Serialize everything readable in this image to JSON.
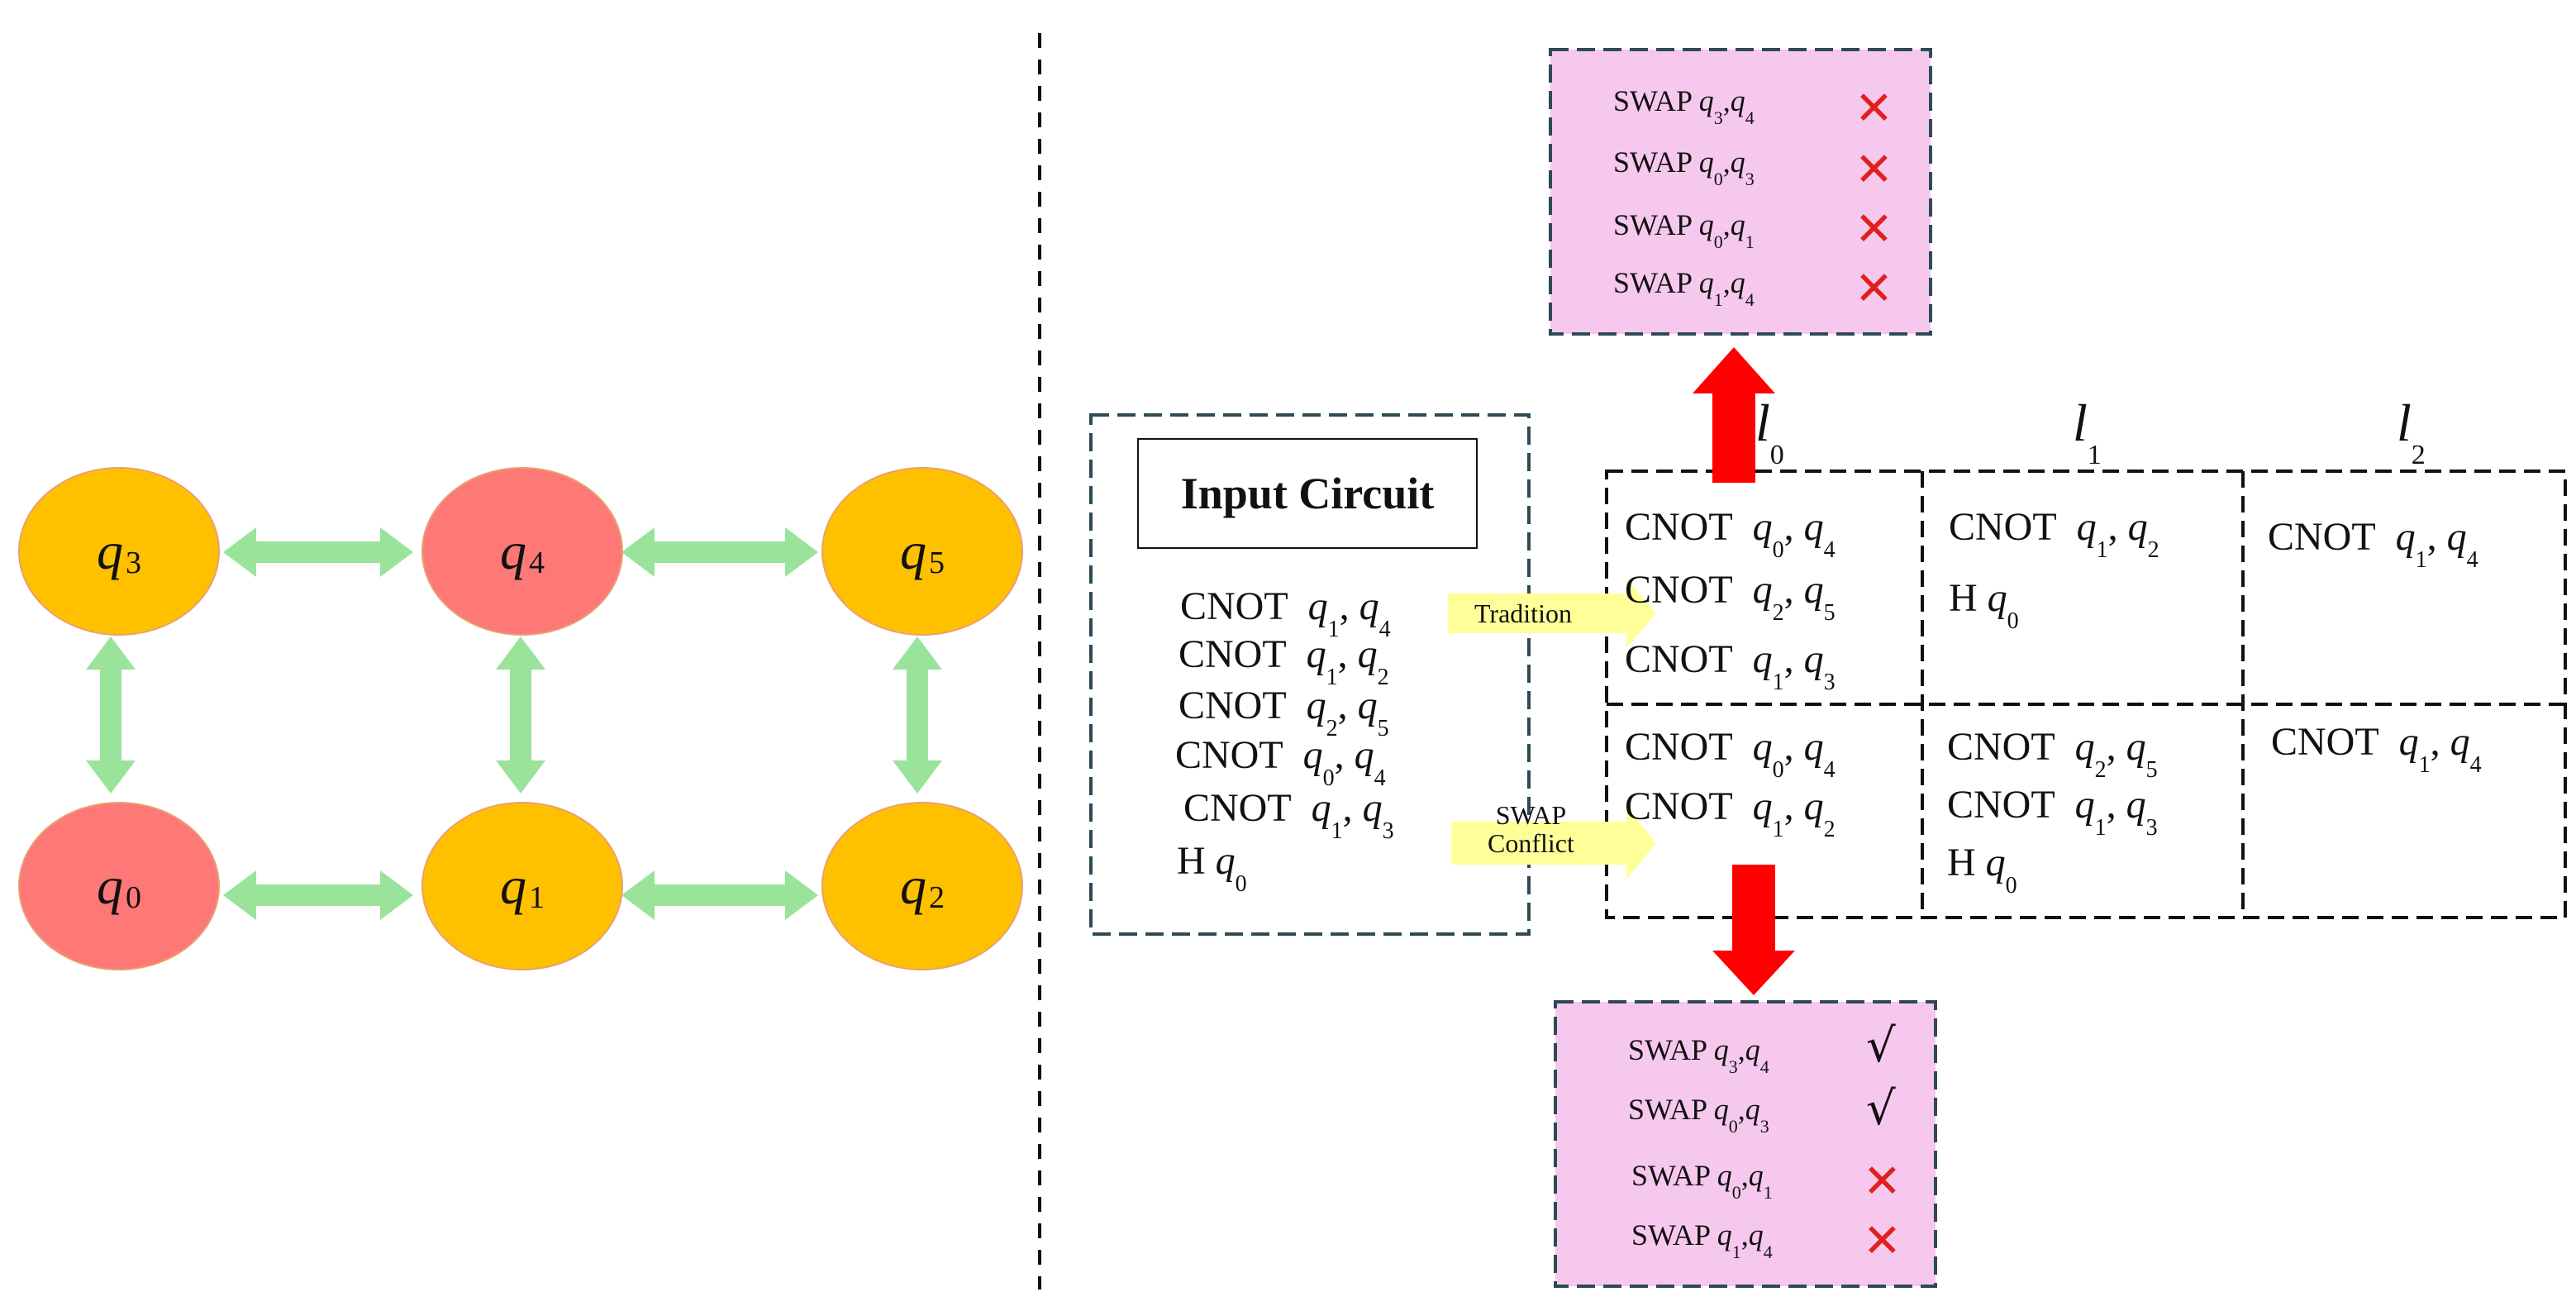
{
  "coupling_graph": {
    "nodes": [
      {
        "id": "q3",
        "label": "q",
        "sub": "3",
        "color": "#ffc000"
      },
      {
        "id": "q4",
        "label": "q",
        "sub": "4",
        "color": "#ff7878"
      },
      {
        "id": "q5",
        "label": "q",
        "sub": "5",
        "color": "#ffc000"
      },
      {
        "id": "q0",
        "label": "q",
        "sub": "0",
        "color": "#ff7878"
      },
      {
        "id": "q1",
        "label": "q",
        "sub": "1",
        "color": "#ffc000"
      },
      {
        "id": "q2",
        "label": "q",
        "sub": "2",
        "color": "#ffc000"
      }
    ],
    "edges": [
      [
        "q3",
        "q4"
      ],
      [
        "q4",
        "q5"
      ],
      [
        "q0",
        "q1"
      ],
      [
        "q1",
        "q2"
      ],
      [
        "q3",
        "q0"
      ],
      [
        "q4",
        "q1"
      ],
      [
        "q5",
        "q2"
      ]
    ],
    "edge_color": "#99e39b"
  },
  "input_circuit": {
    "title": "Input Circuit",
    "gates": [
      {
        "op": "CNOT",
        "q1": "1",
        "q2": "4"
      },
      {
        "op": "CNOT",
        "q1": "1",
        "q2": "2"
      },
      {
        "op": "CNOT",
        "q1": "2",
        "q2": "5"
      },
      {
        "op": "CNOT",
        "q1": "0",
        "q2": "4"
      },
      {
        "op": "CNOT",
        "q1": "1",
        "q2": "3"
      },
      {
        "op": "H",
        "q1": "0"
      }
    ]
  },
  "arrows": {
    "tradition": "Tradition",
    "swap_conflict_1": "SWAP",
    "swap_conflict_2": "Conflict"
  },
  "layers": {
    "labels": [
      {
        "label": "l",
        "sub": "0"
      },
      {
        "label": "l",
        "sub": "1"
      },
      {
        "label": "l",
        "sub": "2"
      }
    ],
    "traditional": [
      [
        {
          "op": "CNOT",
          "q1": "0",
          "q2": "4"
        },
        {
          "op": "CNOT",
          "q1": "2",
          "q2": "5"
        },
        {
          "op": "CNOT",
          "q1": "1",
          "q2": "3"
        }
      ],
      [
        {
          "op": "CNOT",
          "q1": "1",
          "q2": "2"
        },
        {
          "op": "H",
          "q1": "0"
        }
      ],
      [
        {
          "op": "CNOT",
          "q1": "1",
          "q2": "4"
        }
      ]
    ],
    "swap_conflict": [
      [
        {
          "op": "CNOT",
          "q1": "0",
          "q2": "4"
        },
        {
          "op": "CNOT",
          "q1": "1",
          "q2": "2"
        }
      ],
      [
        {
          "op": "CNOT",
          "q1": "2",
          "q2": "5"
        },
        {
          "op": "CNOT",
          "q1": "1",
          "q2": "3"
        },
        {
          "op": "H",
          "q1": "0"
        }
      ],
      [
        {
          "op": "CNOT",
          "q1": "1",
          "q2": "4"
        }
      ]
    ]
  },
  "swap_candidates_top": [
    {
      "op": "SWAP",
      "q1": "3",
      "q2": "4",
      "ok": false
    },
    {
      "op": "SWAP",
      "q1": "0",
      "q2": "3",
      "ok": false
    },
    {
      "op": "SWAP",
      "q1": "0",
      "q2": "1",
      "ok": false
    },
    {
      "op": "SWAP",
      "q1": "1",
      "q2": "4",
      "ok": false
    }
  ],
  "swap_candidates_bottom": [
    {
      "op": "SWAP",
      "q1": "3",
      "q2": "4",
      "ok": true
    },
    {
      "op": "SWAP",
      "q1": "0",
      "q2": "3",
      "ok": true
    },
    {
      "op": "SWAP",
      "q1": "0",
      "q2": "1",
      "ok": false
    },
    {
      "op": "SWAP",
      "q1": "1",
      "q2": "4",
      "ok": false
    }
  ],
  "marks": {
    "ok": "√",
    "bad": "✕"
  },
  "colors": {
    "swap_box_fill": "#f7c8ee",
    "box_border": "#2e4a52",
    "red_arrow": "#ff0000",
    "yellow_arrow": "#ffff99"
  }
}
